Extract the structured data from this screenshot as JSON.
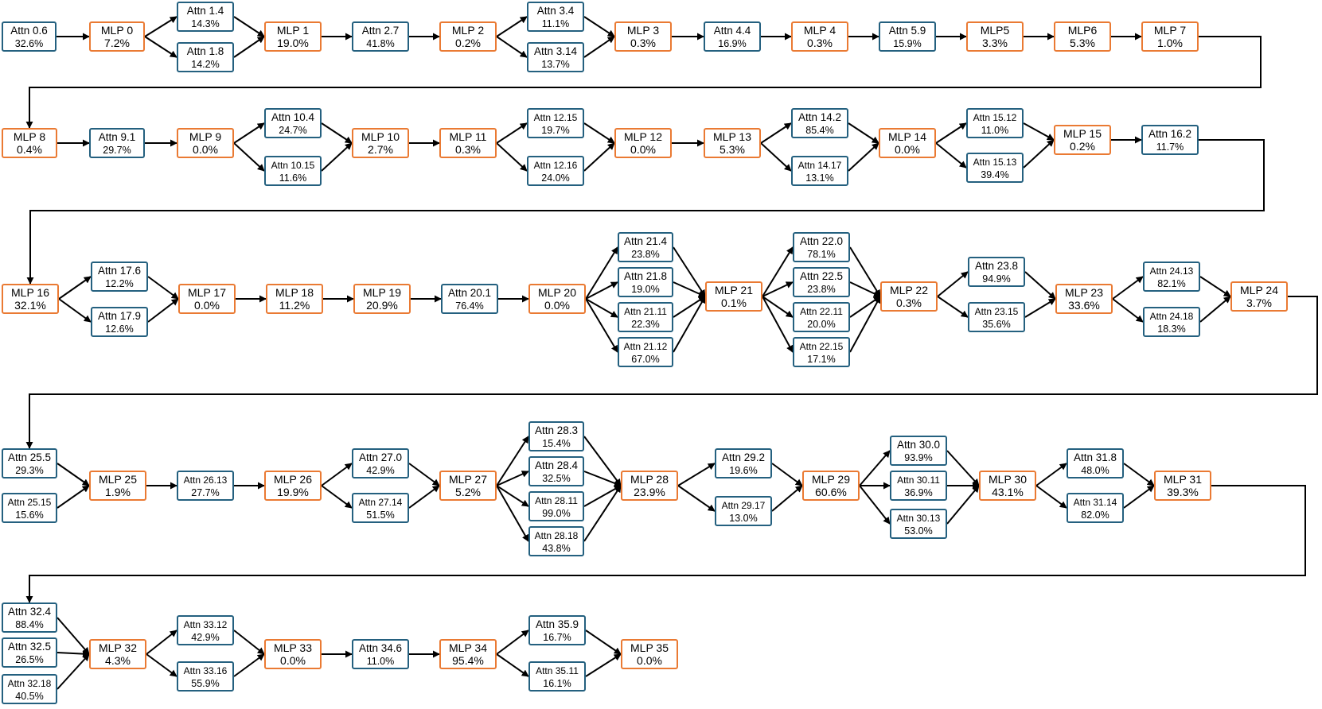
{
  "colors": {
    "mlp": "#ea7a33",
    "attn": "#24607f",
    "edge": "#000000"
  },
  "nodes": [
    {
      "id": "A0.6",
      "kind": "attn",
      "line1": "Attn 0.6",
      "line2": "32.6%"
    },
    {
      "id": "M0",
      "kind": "mlp",
      "line1": "MLP 0",
      "line2": "7.2%"
    },
    {
      "id": "A1.4",
      "kind": "attn",
      "line1": "Attn 1.4",
      "line2": "14.3%"
    },
    {
      "id": "A1.8",
      "kind": "attn",
      "line1": "Attn 1.8",
      "line2": "14.2%"
    },
    {
      "id": "M1",
      "kind": "mlp",
      "line1": "MLP 1",
      "line2": "19.0%"
    },
    {
      "id": "A2.7",
      "kind": "attn",
      "line1": "Attn 2.7",
      "line2": "41.8%"
    },
    {
      "id": "M2",
      "kind": "mlp",
      "line1": "MLP 2",
      "line2": "0.2%"
    },
    {
      "id": "A3.4",
      "kind": "attn",
      "line1": "Attn 3.4",
      "line2": "11.1%"
    },
    {
      "id": "A3.14",
      "kind": "attn",
      "line1": "Attn 3.14",
      "line2": "13.7%"
    },
    {
      "id": "M3",
      "kind": "mlp",
      "line1": "MLP 3",
      "line2": "0.3%"
    },
    {
      "id": "A4.4",
      "kind": "attn",
      "line1": "Attn 4.4",
      "line2": "16.9%"
    },
    {
      "id": "M4",
      "kind": "mlp",
      "line1": "MLP 4",
      "line2": "0.3%"
    },
    {
      "id": "A5.9",
      "kind": "attn",
      "line1": "Attn 5.9",
      "line2": "15.9%"
    },
    {
      "id": "M5",
      "kind": "mlp",
      "line1": "MLP5",
      "line2": "3.3%"
    },
    {
      "id": "M6",
      "kind": "mlp",
      "line1": "MLP6",
      "line2": "5.3%"
    },
    {
      "id": "M7",
      "kind": "mlp",
      "line1": "MLP 7",
      "line2": "1.0%"
    },
    {
      "id": "M8",
      "kind": "mlp",
      "line1": "MLP 8",
      "line2": "0.4%"
    },
    {
      "id": "A9.1",
      "kind": "attn",
      "line1": "Attn 9.1",
      "line2": "29.7%"
    },
    {
      "id": "M9",
      "kind": "mlp",
      "line1": "MLP 9",
      "line2": "0.0%"
    },
    {
      "id": "A10.4",
      "kind": "attn",
      "line1": "Attn 10.4",
      "line2": "24.7%"
    },
    {
      "id": "A10.15",
      "kind": "attn",
      "line1": "Attn 10.15",
      "line2": "11.6%"
    },
    {
      "id": "M10",
      "kind": "mlp",
      "line1": "MLP 10",
      "line2": "2.7%"
    },
    {
      "id": "M11",
      "kind": "mlp",
      "line1": "MLP 11",
      "line2": "0.3%"
    },
    {
      "id": "A12.15",
      "kind": "attn",
      "line1": "Attn 12.15",
      "line2": "19.7%"
    },
    {
      "id": "A12.16",
      "kind": "attn",
      "line1": "Attn 12.16",
      "line2": "24.0%"
    },
    {
      "id": "M12",
      "kind": "mlp",
      "line1": "MLP 12",
      "line2": "0.0%"
    },
    {
      "id": "M13",
      "kind": "mlp",
      "line1": "MLP 13",
      "line2": "5.3%"
    },
    {
      "id": "A14.2",
      "kind": "attn",
      "line1": "Attn 14.2",
      "line2": "85.4%"
    },
    {
      "id": "A14.17",
      "kind": "attn",
      "line1": "Attn 14.17",
      "line2": "13.1%"
    },
    {
      "id": "M14",
      "kind": "mlp",
      "line1": "MLP 14",
      "line2": "0.0%"
    },
    {
      "id": "A15.12",
      "kind": "attn",
      "line1": "Attn 15.12",
      "line2": "11.0%"
    },
    {
      "id": "A15.13",
      "kind": "attn",
      "line1": "Attn 15.13",
      "line2": "39.4%"
    },
    {
      "id": "M15",
      "kind": "mlp",
      "line1": "MLP 15",
      "line2": "0.2%"
    },
    {
      "id": "A16.2",
      "kind": "attn",
      "line1": "Attn 16.2",
      "line2": "11.7%"
    },
    {
      "id": "M16",
      "kind": "mlp",
      "line1": "MLP 16",
      "line2": "32.1%"
    },
    {
      "id": "A17.6",
      "kind": "attn",
      "line1": "Attn 17.6",
      "line2": "12.2%"
    },
    {
      "id": "A17.9",
      "kind": "attn",
      "line1": "Attn 17.9",
      "line2": "12.6%"
    },
    {
      "id": "M17",
      "kind": "mlp",
      "line1": "MLP 17",
      "line2": "0.0%"
    },
    {
      "id": "M18",
      "kind": "mlp",
      "line1": "MLP 18",
      "line2": "11.2%"
    },
    {
      "id": "M19",
      "kind": "mlp",
      "line1": "MLP 19",
      "line2": "20.9%"
    },
    {
      "id": "A20.1",
      "kind": "attn",
      "line1": "Attn 20.1",
      "line2": "76.4%"
    },
    {
      "id": "M20",
      "kind": "mlp",
      "line1": "MLP 20",
      "line2": "0.0%"
    },
    {
      "id": "A21.4",
      "kind": "attn",
      "line1": "Attn 21.4",
      "line2": "23.8%"
    },
    {
      "id": "A21.8",
      "kind": "attn",
      "line1": "Attn 21.8",
      "line2": "19.0%"
    },
    {
      "id": "A21.11",
      "kind": "attn",
      "line1": "Attn 21.11",
      "line2": "22.3%"
    },
    {
      "id": "A21.12",
      "kind": "attn",
      "line1": "Attn 21.12",
      "line2": "67.0%"
    },
    {
      "id": "M21",
      "kind": "mlp",
      "line1": "MLP 21",
      "line2": "0.1%"
    },
    {
      "id": "A22.0",
      "kind": "attn",
      "line1": "Attn 22.0",
      "line2": "78.1%"
    },
    {
      "id": "A22.5",
      "kind": "attn",
      "line1": "Attn 22.5",
      "line2": "23.8%"
    },
    {
      "id": "A22.11",
      "kind": "attn",
      "line1": "Attn 22.11",
      "line2": "20.0%"
    },
    {
      "id": "A22.15",
      "kind": "attn",
      "line1": "Attn 22.15",
      "line2": "17.1%"
    },
    {
      "id": "M22",
      "kind": "mlp",
      "line1": "MLP 22",
      "line2": "0.3%"
    },
    {
      "id": "A23.8",
      "kind": "attn",
      "line1": "Attn 23.8",
      "line2": "94.9%"
    },
    {
      "id": "A23.15",
      "kind": "attn",
      "line1": "Attn 23.15",
      "line2": "35.6%"
    },
    {
      "id": "M23",
      "kind": "mlp",
      "line1": "MLP 23",
      "line2": "33.6%"
    },
    {
      "id": "A24.13",
      "kind": "attn",
      "line1": "Attn 24.13",
      "line2": "82.1%"
    },
    {
      "id": "A24.18",
      "kind": "attn",
      "line1": "Attn 24.18",
      "line2": "18.3%"
    },
    {
      "id": "M24",
      "kind": "mlp",
      "line1": "MLP 24",
      "line2": "3.7%"
    },
    {
      "id": "A25.5",
      "kind": "attn",
      "line1": "Attn 25.5",
      "line2": "29.3%"
    },
    {
      "id": "A25.15",
      "kind": "attn",
      "line1": "Attn 25.15",
      "line2": "15.6%"
    },
    {
      "id": "M25",
      "kind": "mlp",
      "line1": "MLP 25",
      "line2": "1.9%"
    },
    {
      "id": "A26.13",
      "kind": "attn",
      "line1": "Attn 26.13",
      "line2": "27.7%"
    },
    {
      "id": "M26",
      "kind": "mlp",
      "line1": "MLP 26",
      "line2": "19.9%"
    },
    {
      "id": "A27.0",
      "kind": "attn",
      "line1": "Attn 27.0",
      "line2": "42.9%"
    },
    {
      "id": "A27.14",
      "kind": "attn",
      "line1": "Attn 27.14",
      "line2": "51.5%"
    },
    {
      "id": "M27",
      "kind": "mlp",
      "line1": "MLP 27",
      "line2": "5.2%"
    },
    {
      "id": "A28.3",
      "kind": "attn",
      "line1": "Attn 28.3",
      "line2": "15.4%"
    },
    {
      "id": "A28.4",
      "kind": "attn",
      "line1": "Attn 28.4",
      "line2": "32.5%"
    },
    {
      "id": "A28.11",
      "kind": "attn",
      "line1": "Attn 28.11",
      "line2": "99.0%"
    },
    {
      "id": "A28.18",
      "kind": "attn",
      "line1": "Attn 28.18",
      "line2": "43.8%"
    },
    {
      "id": "M28",
      "kind": "mlp",
      "line1": "MLP 28",
      "line2": "23.9%"
    },
    {
      "id": "A29.2",
      "kind": "attn",
      "line1": "Attn 29.2",
      "line2": "19.6%"
    },
    {
      "id": "A29.17",
      "kind": "attn",
      "line1": "Attn 29.17",
      "line2": "13.0%"
    },
    {
      "id": "M29",
      "kind": "mlp",
      "line1": "MLP 29",
      "line2": "60.6%"
    },
    {
      "id": "A30.0",
      "kind": "attn",
      "line1": "Attn 30.0",
      "line2": "93.9%"
    },
    {
      "id": "A30.11",
      "kind": "attn",
      "line1": "Attn 30.11",
      "line2": "36.9%"
    },
    {
      "id": "A30.13",
      "kind": "attn",
      "line1": "Attn 30.13",
      "line2": "53.0%"
    },
    {
      "id": "M30",
      "kind": "mlp",
      "line1": "MLP 30",
      "line2": "43.1%"
    },
    {
      "id": "A31.8",
      "kind": "attn",
      "line1": "Attn 31.8",
      "line2": "48.0%"
    },
    {
      "id": "A31.14",
      "kind": "attn",
      "line1": "Attn 31.14",
      "line2": "82.0%"
    },
    {
      "id": "M31",
      "kind": "mlp",
      "line1": "MLP 31",
      "line2": "39.3%"
    },
    {
      "id": "A32.4",
      "kind": "attn",
      "line1": "Attn 32.4",
      "line2": "88.4%"
    },
    {
      "id": "A32.5",
      "kind": "attn",
      "line1": "Attn 32.5",
      "line2": "26.5%"
    },
    {
      "id": "A32.18",
      "kind": "attn",
      "line1": "Attn 32.18",
      "line2": "40.5%"
    },
    {
      "id": "M32",
      "kind": "mlp",
      "line1": "MLP 32",
      "line2": "4.3%"
    },
    {
      "id": "A33.12",
      "kind": "attn",
      "line1": "Attn 33.12",
      "line2": "42.9%"
    },
    {
      "id": "A33.16",
      "kind": "attn",
      "line1": "Attn 33.16",
      "line2": "55.9%"
    },
    {
      "id": "M33",
      "kind": "mlp",
      "line1": "MLP 33",
      "line2": "0.0%"
    },
    {
      "id": "A34.6",
      "kind": "attn",
      "line1": "Attn 34.6",
      "line2": "11.0%"
    },
    {
      "id": "M34",
      "kind": "mlp",
      "line1": "MLP 34",
      "line2": "95.4%"
    },
    {
      "id": "A35.9",
      "kind": "attn",
      "line1": "Attn 35.9",
      "line2": "16.7%"
    },
    {
      "id": "A35.11",
      "kind": "attn",
      "line1": "Attn 35.11",
      "line2": "16.1%"
    },
    {
      "id": "M35",
      "kind": "mlp",
      "line1": "MLP 35",
      "line2": "0.0%"
    }
  ],
  "edges": [
    [
      "A0.6",
      "M0"
    ],
    [
      "M0",
      "A1.4"
    ],
    [
      "M0",
      "A1.8"
    ],
    [
      "A1.4",
      "M1"
    ],
    [
      "A1.8",
      "M1"
    ],
    [
      "M1",
      "A2.7"
    ],
    [
      "A2.7",
      "M2"
    ],
    [
      "M2",
      "A3.4"
    ],
    [
      "M2",
      "A3.14"
    ],
    [
      "A3.4",
      "M3"
    ],
    [
      "A3.14",
      "M3"
    ],
    [
      "M3",
      "A4.4"
    ],
    [
      "A4.4",
      "M4"
    ],
    [
      "M4",
      "A5.9"
    ],
    [
      "A5.9",
      "M5"
    ],
    [
      "M5",
      "M6"
    ],
    [
      "M6",
      "M7"
    ],
    [
      "M7",
      "M8"
    ],
    [
      "M8",
      "A9.1"
    ],
    [
      "A9.1",
      "M9"
    ],
    [
      "M9",
      "A10.4"
    ],
    [
      "M9",
      "A10.15"
    ],
    [
      "A10.4",
      "M10"
    ],
    [
      "A10.15",
      "M10"
    ],
    [
      "M10",
      "M11"
    ],
    [
      "M11",
      "A12.15"
    ],
    [
      "M11",
      "A12.16"
    ],
    [
      "A12.15",
      "M12"
    ],
    [
      "A12.16",
      "M12"
    ],
    [
      "M12",
      "M13"
    ],
    [
      "M13",
      "A14.2"
    ],
    [
      "M13",
      "A14.17"
    ],
    [
      "A14.2",
      "M14"
    ],
    [
      "A14.17",
      "M14"
    ],
    [
      "M14",
      "A15.12"
    ],
    [
      "M14",
      "A15.13"
    ],
    [
      "A15.12",
      "M15"
    ],
    [
      "A15.13",
      "M15"
    ],
    [
      "M15",
      "A16.2"
    ],
    [
      "A16.2",
      "M16"
    ],
    [
      "M16",
      "A17.6"
    ],
    [
      "M16",
      "A17.9"
    ],
    [
      "A17.6",
      "M17"
    ],
    [
      "A17.9",
      "M17"
    ],
    [
      "M17",
      "M18"
    ],
    [
      "M18",
      "M19"
    ],
    [
      "M19",
      "A20.1"
    ],
    [
      "A20.1",
      "M20"
    ],
    [
      "M20",
      "A21.4"
    ],
    [
      "M20",
      "A21.8"
    ],
    [
      "M20",
      "A21.11"
    ],
    [
      "M20",
      "A21.12"
    ],
    [
      "A21.4",
      "M21"
    ],
    [
      "A21.8",
      "M21"
    ],
    [
      "A21.11",
      "M21"
    ],
    [
      "A21.12",
      "M21"
    ],
    [
      "M21",
      "A22.0"
    ],
    [
      "M21",
      "A22.5"
    ],
    [
      "M21",
      "A22.11"
    ],
    [
      "M21",
      "A22.15"
    ],
    [
      "A22.0",
      "M22"
    ],
    [
      "A22.5",
      "M22"
    ],
    [
      "A22.11",
      "M22"
    ],
    [
      "A22.15",
      "M22"
    ],
    [
      "M22",
      "A23.8"
    ],
    [
      "M22",
      "A23.15"
    ],
    [
      "A23.8",
      "M23"
    ],
    [
      "A23.15",
      "M23"
    ],
    [
      "M23",
      "A24.13"
    ],
    [
      "M23",
      "A24.18"
    ],
    [
      "A24.13",
      "M24"
    ],
    [
      "A24.18",
      "M24"
    ],
    [
      "M24",
      "A25.5"
    ],
    [
      "A25.5",
      "M25"
    ],
    [
      "A25.15",
      "M25"
    ],
    [
      "M25",
      "A26.13"
    ],
    [
      "A26.13",
      "M26"
    ],
    [
      "M26",
      "A27.0"
    ],
    [
      "M26",
      "A27.14"
    ],
    [
      "A27.0",
      "M27"
    ],
    [
      "A27.14",
      "M27"
    ],
    [
      "M27",
      "A28.3"
    ],
    [
      "M27",
      "A28.4"
    ],
    [
      "M27",
      "A28.11"
    ],
    [
      "M27",
      "A28.18"
    ],
    [
      "A28.3",
      "M28"
    ],
    [
      "A28.4",
      "M28"
    ],
    [
      "A28.11",
      "M28"
    ],
    [
      "A28.18",
      "M28"
    ],
    [
      "M28",
      "A29.2"
    ],
    [
      "M28",
      "A29.17"
    ],
    [
      "A29.2",
      "M29"
    ],
    [
      "A29.17",
      "M29"
    ],
    [
      "M29",
      "A30.0"
    ],
    [
      "M29",
      "A30.11"
    ],
    [
      "M29",
      "A30.13"
    ],
    [
      "A30.0",
      "M30"
    ],
    [
      "A30.11",
      "M30"
    ],
    [
      "A30.13",
      "M30"
    ],
    [
      "M30",
      "A31.8"
    ],
    [
      "M30",
      "A31.14"
    ],
    [
      "A31.8",
      "M31"
    ],
    [
      "A31.14",
      "M31"
    ],
    [
      "M31",
      "A32.4"
    ],
    [
      "A32.4",
      "M32"
    ],
    [
      "A32.5",
      "M32"
    ],
    [
      "A32.18",
      "M32"
    ],
    [
      "M32",
      "A33.12"
    ],
    [
      "M32",
      "A33.16"
    ],
    [
      "A33.12",
      "M33"
    ],
    [
      "A33.16",
      "M33"
    ],
    [
      "M33",
      "A34.6"
    ],
    [
      "A34.6",
      "M34"
    ],
    [
      "M34",
      "A35.9"
    ],
    [
      "M34",
      "A35.11"
    ],
    [
      "A35.9",
      "M35"
    ],
    [
      "A35.11",
      "M35"
    ]
  ]
}
